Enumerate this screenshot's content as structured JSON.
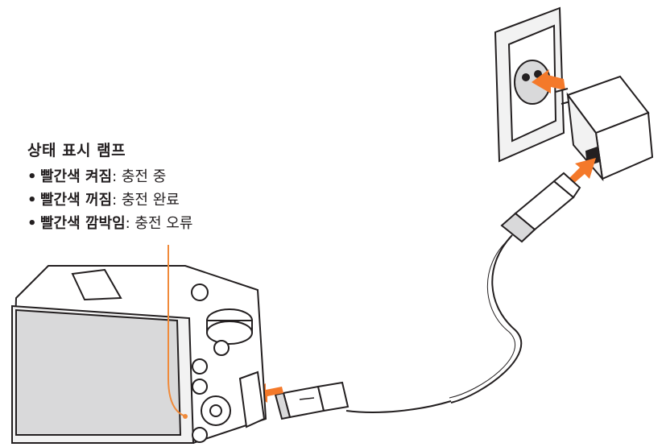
{
  "legend": {
    "title": "상태 표시 램프",
    "items": [
      {
        "state": "빨간색 켜짐",
        "desc": ": 충전 중"
      },
      {
        "state": "빨간색 꺼짐",
        "desc": ": 충전 완료"
      },
      {
        "state": "빨간색 깜박임",
        "desc": ": 충전 오류"
      }
    ]
  },
  "colors": {
    "arrow": "#f4792a",
    "indicator_line": "#f08a3a",
    "outline": "#231f20",
    "fill_light": "#ffffff",
    "fill_gray": "#d9d9da"
  },
  "icons": [
    "wall-outlet-icon",
    "ac-adapter-icon",
    "usb-cable-icon",
    "camera-icon",
    "usb-symbol-icon"
  ]
}
